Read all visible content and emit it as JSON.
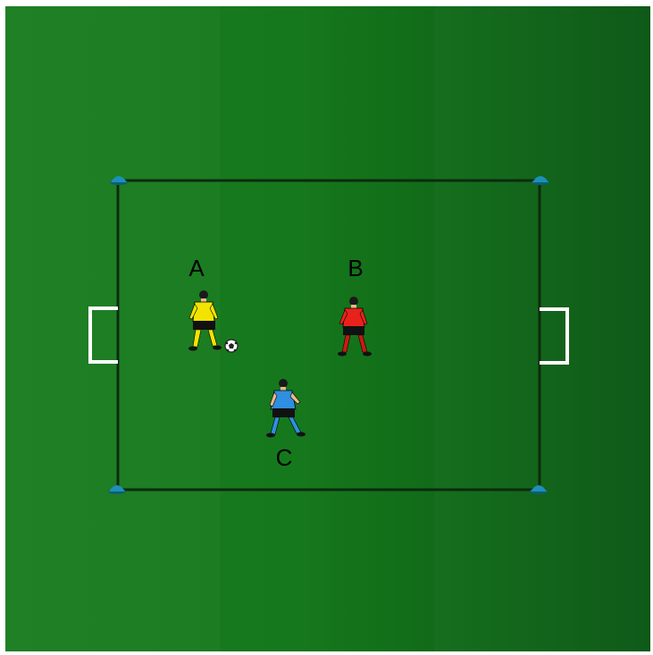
{
  "drill": {
    "players": [
      {
        "label": "A",
        "role": "attacker-with-ball",
        "color": "#f2e400"
      },
      {
        "label": "B",
        "role": "attacker",
        "color": "#e8221b"
      },
      {
        "label": "C",
        "role": "defender",
        "color": "#2f8fe0"
      }
    ],
    "field": {
      "grass_color": "#177a1d",
      "line_color": "#0d2a0f",
      "cone_color": "#1d90b8",
      "goal_color": "#ffffff",
      "goals": [
        "left-goal",
        "right-goal"
      ],
      "cones": 4
    },
    "ball": {
      "icon": "soccer-ball-icon"
    }
  }
}
